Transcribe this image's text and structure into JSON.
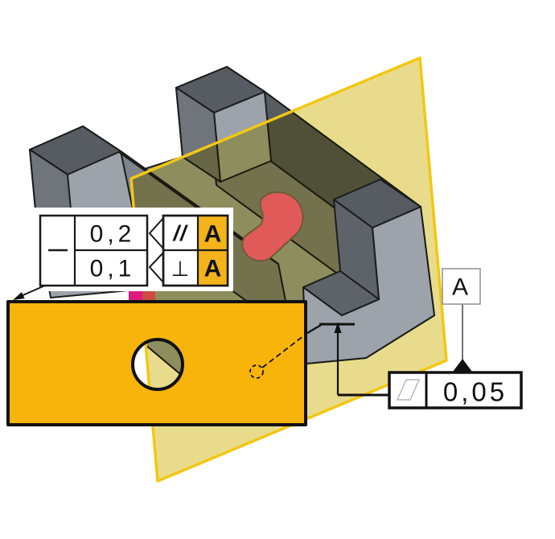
{
  "scene": {
    "description": "GD&T illustration: gray stepped part with slot, red pin, translucent yellow section plane, orange datum plate with hole",
    "plane_role": "section-plane",
    "plate_role": "toleranced-plate"
  },
  "composite_frame": {
    "left_symbol_name": "straightness-dash",
    "rows": [
      {
        "tolerance": "0,2",
        "symbol": "//",
        "symbol_name": "parallelism",
        "datum": "A"
      },
      {
        "tolerance": "0,1",
        "symbol": "⊥",
        "symbol_name": "perpendicularity",
        "datum": "A"
      }
    ]
  },
  "flatness_frame": {
    "symbol_name": "flatness-parallelogram",
    "tolerance": "0,05"
  },
  "datum_flag": {
    "label": "A"
  },
  "colors": {
    "plate": "#F8B40A",
    "datum_cell": "#F5B31B",
    "plane_fill": "#E8DC8C",
    "plane_edge": "#F3C713",
    "part_light": "#9CA3AB",
    "part_medium": "#70757C",
    "part_medlight": "#7E848B",
    "part_dark": "#575C63",
    "pin_red": "#E05A5A",
    "magenta_sliver": "#E0187F",
    "red_sliver": "#CE4B42",
    "outline": "#1c1c1c"
  }
}
